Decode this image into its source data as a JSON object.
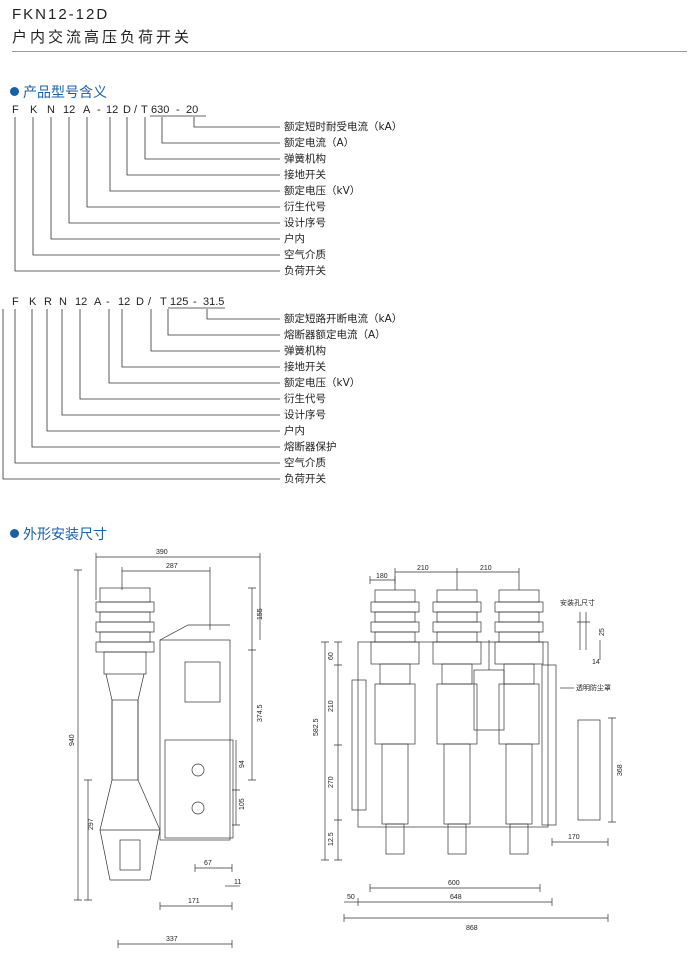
{
  "header": {
    "model": "FKN12-12D",
    "name": "户内交流高压负荷开关"
  },
  "section1": {
    "title": "产品型号含义",
    "code1": {
      "parts": [
        "F",
        "K",
        "N",
        "12",
        "A",
        "-",
        "12",
        "D",
        "/",
        "T",
        "630",
        "-",
        "20"
      ],
      "labels": [
        "额定短时耐受电流（kA）",
        "额定电流（A）",
        "弹簧机构",
        "接地开关",
        "额定电压（kV）",
        "衍生代号",
        "设计序号",
        "户内",
        "空气介质",
        "负荷开关"
      ]
    },
    "code2": {
      "parts": [
        "F",
        "K",
        "R",
        "N",
        "12",
        "A",
        "-",
        "12",
        "D",
        "/",
        "T",
        "125",
        "-",
        "31.5"
      ],
      "labels": [
        "额定短路开断电流（kA）",
        "熔断器额定电流（A）",
        "弹簧机构",
        "接地开关",
        "额定电压（kV）",
        "衍生代号",
        "设计序号",
        "户内",
        "熔断器保护",
        "空气介质",
        "负荷开关"
      ]
    }
  },
  "section2": {
    "title": "外形安装尺寸",
    "side_view_dims": [
      "390",
      "287",
      "155",
      "374.5",
      "94",
      "105",
      "940",
      "297",
      "67",
      "11",
      "171",
      "337"
    ],
    "front_view_dims": [
      "180",
      "210",
      "210",
      "60",
      "210",
      "582.5",
      "270",
      "12.5",
      "600",
      "648",
      "50",
      "868",
      "170",
      "368",
      "25",
      "14"
    ],
    "annotations": {
      "mount_hole": "安装孔尺寸",
      "dust_cover": "透明防尘罩"
    }
  }
}
